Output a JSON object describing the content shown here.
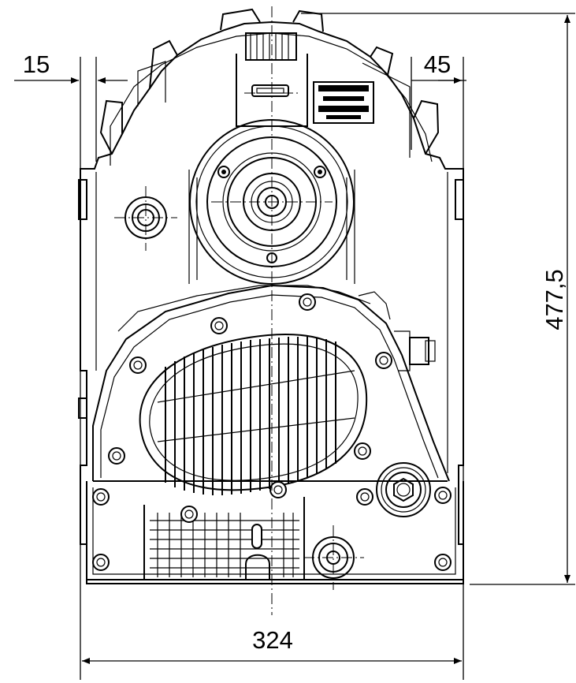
{
  "dimensions": {
    "top_left_offset": "15",
    "top_right_offset": "45",
    "overall_height": "477,5",
    "overall_width": "324"
  },
  "label_plate": {
    "line_1": "",
    "line_2": ""
  },
  "colors": {
    "line": "#000000",
    "background": "#ffffff"
  }
}
